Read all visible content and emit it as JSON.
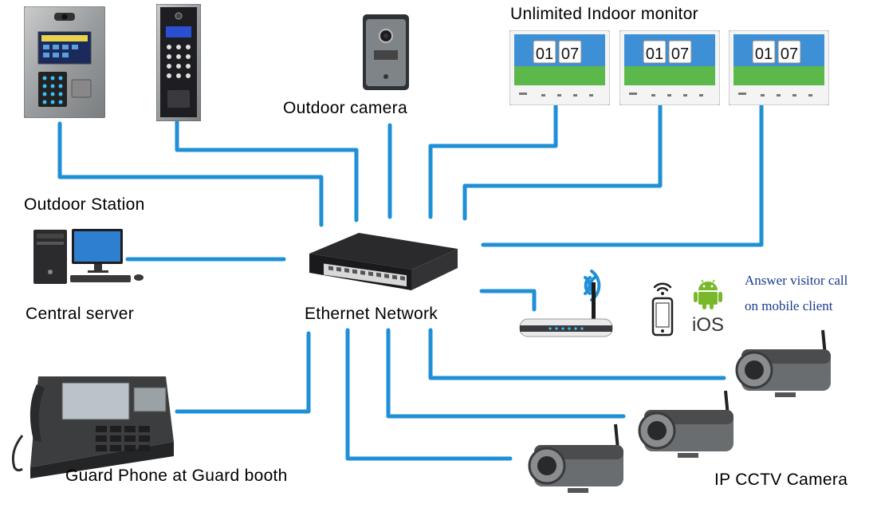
{
  "labels": {
    "indoor_monitor": "Unlimited Indoor monitor",
    "outdoor_camera": "Outdoor camera",
    "outdoor_station": "Outdoor Station",
    "central_server": "Central server",
    "ethernet_network": "Ethernet Network",
    "guard_phone": "Guard Phone at Guard booth",
    "ip_cctv": "IP CCTV Camera",
    "mobile_line1": "Answer visitor call",
    "mobile_line2": "on mobile client"
  },
  "monitor": {
    "clock_h": "01",
    "clock_m": "07"
  },
  "brands": {
    "ios": "iOS"
  },
  "colors": {
    "cable": "#1f8fd6",
    "note": "#1a3a8a"
  }
}
